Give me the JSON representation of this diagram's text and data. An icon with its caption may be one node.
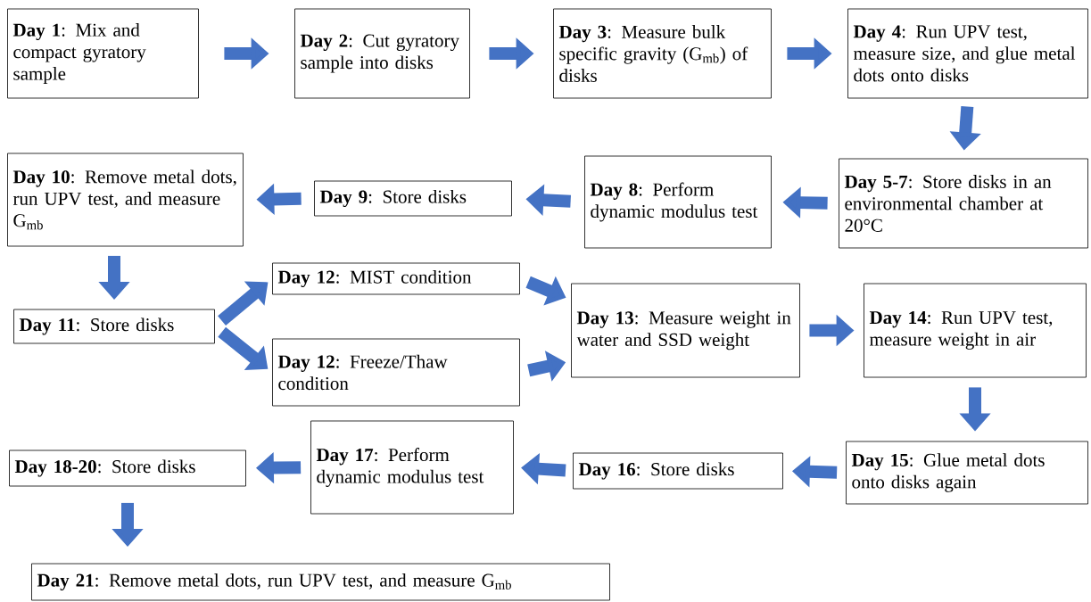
{
  "diagram": {
    "nodes": [
      {
        "text": [
          "**Day 1**: Mix and compact gyratory sample"
        ]
      },
      {
        "text": [
          "**Day 2**: Cut gyratory sample into disks"
        ]
      },
      {
        "text": [
          "**Day 3**: Measure bulk specific gravity (G$_{mb}$) of disks"
        ]
      },
      {
        "text": [
          "**Day 4**: Run UPV test, measure size, and glue metal dots onto disks"
        ]
      },
      {
        "text": [
          "**Day 5-7**: Store disks in an environmental chamber at 20°C"
        ]
      },
      {
        "text": [
          "**Day 8**: Perform dynamic modulus test"
        ]
      },
      {
        "text": [
          "**Day 9**: Store disks"
        ]
      },
      {
        "text": [
          "**Day 10**: Remove metal dots, run UPV test, and measure G$_{mb}$"
        ]
      },
      {
        "text": [
          "**Day 11**: Store disks"
        ]
      },
      {
        "text": [
          "**Day 12**: MIST condition"
        ]
      },
      {
        "text": [
          "**Day 12**: Freeze/Thaw condition"
        ]
      },
      {
        "text": [
          "**Day 13**: Measure weight in water and SSD weight"
        ]
      },
      {
        "text": [
          "**Day 14**: Run UPV test, measure weight in air"
        ]
      },
      {
        "text": [
          "**Day 15**: Glue metal dots onto disks again"
        ]
      },
      {
        "text": [
          "**Day 16**: Store disks"
        ]
      },
      {
        "text": [
          "**Day 17**: Perform dynamic modulus test"
        ]
      },
      {
        "text": [
          "**Day 18-20**: Store disks"
        ]
      },
      {
        "text": [
          "**Day 21**: Remove metal dots, run UPV test, and measure G$_{mb}$"
        ]
      }
    ],
    "edges": [
      {
        "from": 0,
        "to": 1,
        "arrow": "to"
      },
      {
        "from": 1,
        "to": 2,
        "arrow": "to"
      },
      {
        "from": 2,
        "to": 3,
        "arrow": "to"
      },
      {
        "from": 3,
        "to": 4,
        "arrow": "to"
      },
      {
        "from": 4,
        "to": 5,
        "arrow": "to"
      },
      {
        "from": 5,
        "to": 6,
        "arrow": "to"
      },
      {
        "from": 6,
        "to": 7,
        "arrow": "to"
      },
      {
        "from": 7,
        "to": 8,
        "arrow": "to"
      },
      {
        "from": 8,
        "to": 9,
        "arrow": "to"
      },
      {
        "from": 8,
        "to": 10,
        "arrow": "to"
      },
      {
        "from": 9,
        "to": 11,
        "arrow": "to"
      },
      {
        "from": 10,
        "to": 11,
        "arrow": "to"
      },
      {
        "from": 11,
        "to": 12,
        "arrow": "to"
      },
      {
        "from": 12,
        "to": 13,
        "arrow": "to"
      },
      {
        "from": 13,
        "to": 14,
        "arrow": "to"
      },
      {
        "from": 14,
        "to": 15,
        "arrow": "to"
      },
      {
        "from": 15,
        "to": 16,
        "arrow": "to"
      },
      {
        "from": 16,
        "to": 17,
        "arrow": "to"
      }
    ]
  }
}
